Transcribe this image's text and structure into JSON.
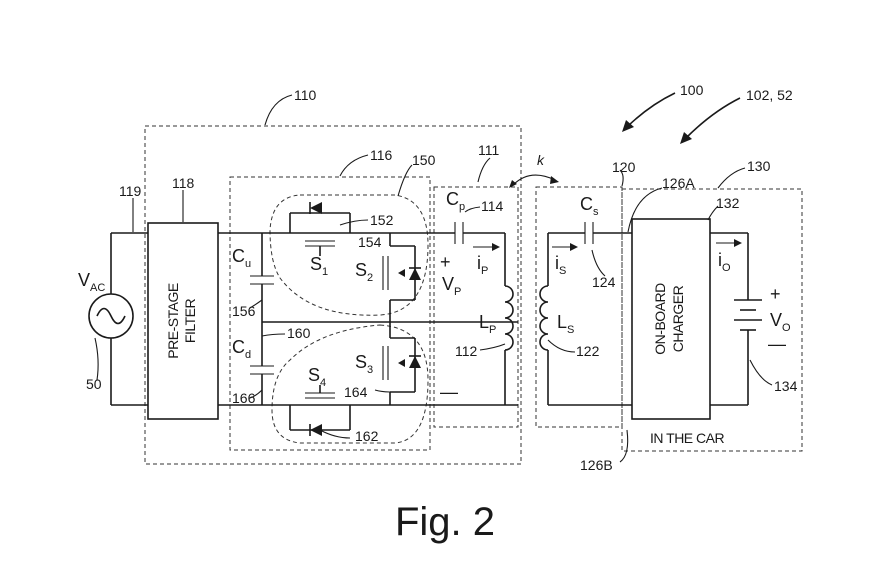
{
  "labels": {
    "ref_110": "110",
    "ref_116": "116",
    "ref_150": "150",
    "ref_111": "111",
    "ref_k": "k",
    "ref_120": "120",
    "ref_100": "100",
    "ref_102": "102, 52",
    "ref_126a": "126A",
    "ref_130": "130",
    "ref_132": "132",
    "ref_119": "119",
    "ref_118": "118",
    "ref_152": "152",
    "ref_154": "154",
    "ref_114": "114",
    "ref_124": "124",
    "ref_156": "156",
    "ref_160": "160",
    "ref_164": "164",
    "ref_166": "166",
    "ref_162": "162",
    "ref_112": "112",
    "ref_122": "122",
    "ref_134": "134",
    "ref_50": "50",
    "ref_126b": "126B",
    "vac_main": "V",
    "vac_sub": "AC",
    "cu_main": "C",
    "cu_sub": "u",
    "cd_main": "C",
    "cd_sub": "d",
    "s1_main": "S",
    "s1_sub": "1",
    "s2_main": "S",
    "s2_sub": "2",
    "s3_main": "S",
    "s3_sub": "3",
    "s4_main": "S",
    "s4_sub": "4",
    "cp_main": "C",
    "cp_sub": "p",
    "ip_main": "i",
    "ip_sub": "P",
    "vp_main": "V",
    "vp_sub": "P",
    "vp_plus": "+",
    "vp_minus": "—",
    "lp_main": "L",
    "lp_sub": "P",
    "cs_main": "C",
    "cs_sub": "s",
    "is_main": "i",
    "is_sub": "S",
    "ls_main": "L",
    "ls_sub": "S",
    "io_main": "i",
    "io_sub": "O",
    "vo_main": "V",
    "vo_sub": "O",
    "vo_plus": "+",
    "vo_minus": "—",
    "prestage_1": "PRE-STAGE",
    "prestage_2": "FILTER",
    "charger_1": "ON-BOARD",
    "charger_2": "CHARGER",
    "in_the_car": "IN THE CAR",
    "figure_caption": "Fig. 2"
  }
}
